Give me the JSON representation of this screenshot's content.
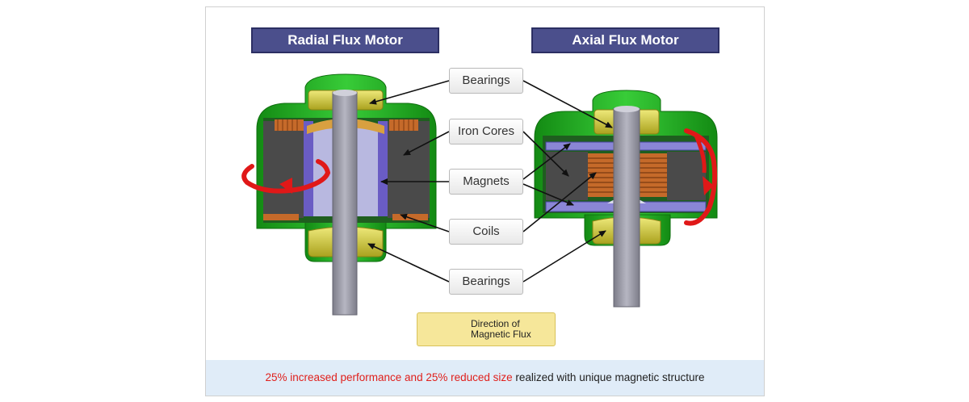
{
  "titles": {
    "radial": "Radial Flux Motor",
    "axial": "Axial Flux Motor"
  },
  "labels": {
    "bearings_top": "Bearings",
    "iron_cores": "Iron Cores",
    "magnets": "Magnets",
    "coils": "Coils",
    "bearings_bottom": "Bearings"
  },
  "legend": {
    "line1": "Direction of",
    "line2": "Magnetic Flux"
  },
  "caption": {
    "highlight1": "25% increased performance",
    "connector": " and ",
    "highlight2": "25% reduced size",
    "rest": " realized with unique magnetic structure"
  },
  "colors": {
    "housing_green": "#22b022",
    "bearing_yellow": "#c9c230",
    "shaft_gray": "#9a9aa6",
    "magnet_purple": "#6a5cc4",
    "iron_gray": "#4a4a4a",
    "coil_copper": "#c56a2a",
    "flux_red": "#e01818",
    "title_navy": "#4b4f8c"
  }
}
